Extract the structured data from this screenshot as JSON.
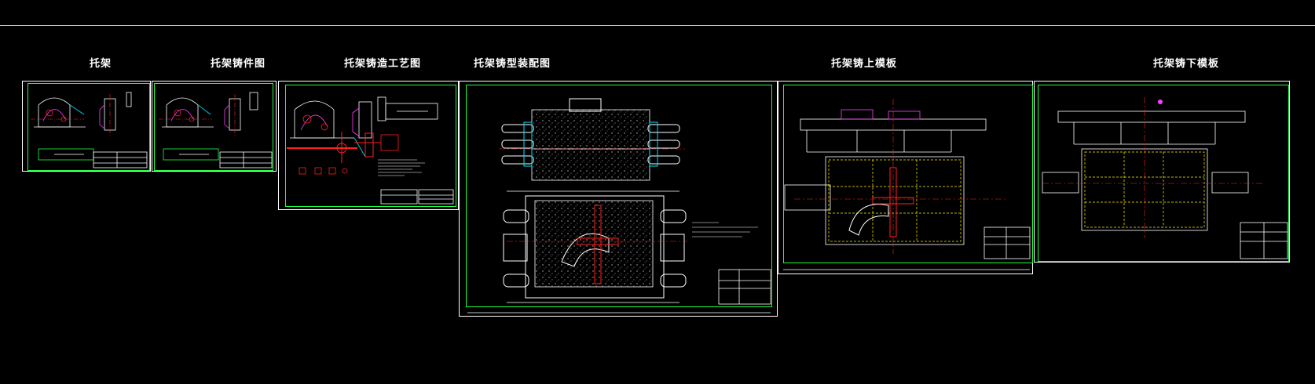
{
  "window": {
    "background": "#000000"
  },
  "colors": {
    "frame": "#ffffff",
    "border": "#1eff3c",
    "center": "#ff2020",
    "hatch": "#ff40ff",
    "accent": "#00e0ff",
    "hidden": "#ffee00",
    "cast": "#ff2020"
  },
  "sheets": [
    {
      "id": "s1",
      "title": "托架"
    },
    {
      "id": "s2",
      "title": "托架铸件图"
    },
    {
      "id": "s3",
      "title": "托架铸造工艺图"
    },
    {
      "id": "s4",
      "title": "托架铸型装配图"
    },
    {
      "id": "s5",
      "title": "托架铸上模板"
    },
    {
      "id": "s6",
      "title": "托架铸下模板"
    }
  ],
  "icons": {
    "bracket": "bracket-icon",
    "flask": "flask-icon",
    "pattern_plate": "pattern-plate-icon",
    "title_block": "title-block-icon"
  }
}
